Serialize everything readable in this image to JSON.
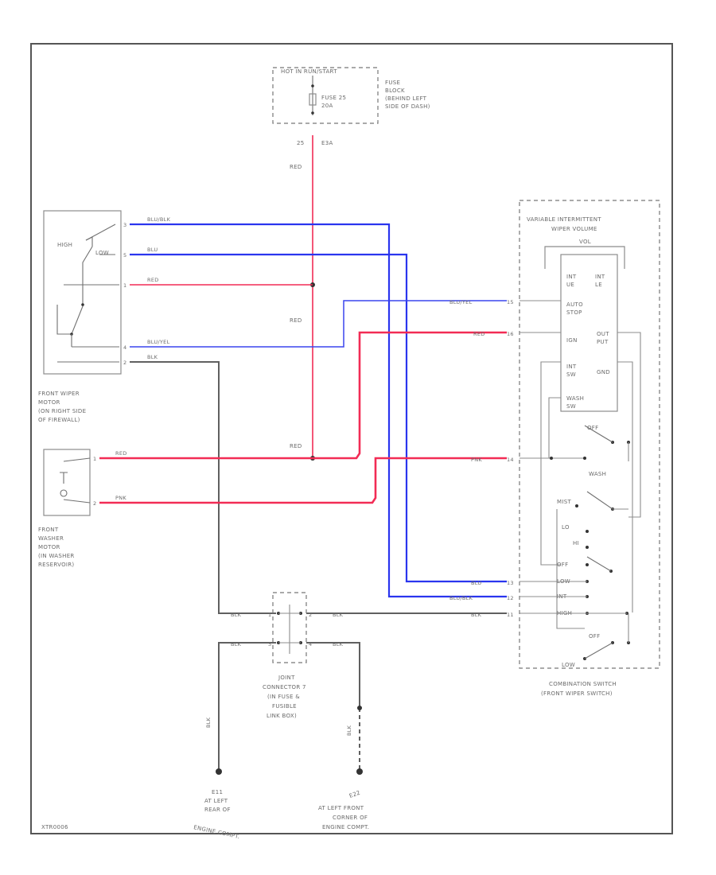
{
  "fuse_block": {
    "title": "HOT IN RUN/START",
    "fuse_label_1": "FUSE 25",
    "fuse_label_2": "20A",
    "location_1": "FUSE",
    "location_2": "BLOCK",
    "location_3": "(BEHIND LEFT",
    "location_4": "SIDE OF DASH)"
  },
  "wire_labels": {
    "feed_circuit": "25",
    "feed_circuit_2": "E3A",
    "red_vertical": "RED",
    "red_vertical_2": "RED",
    "red_junction": "RED",
    "blu_blk": "BLU/BLK",
    "blu": "BLU",
    "red_motor": "RED",
    "blu_yel": "BLU/YEL",
    "blk_motor": "BLK",
    "red_washer": "RED",
    "pnk_washer": "PNK",
    "sw_blu_yel": "BLU/YEL",
    "sw_red": "RED",
    "sw_pnk": "PNK",
    "sw_blu": "BLU",
    "sw_blu_blk": "BLU/BLK",
    "sw_blk": "BLK",
    "jc_blk_1": "BLK",
    "jc_blk_2": "BLK",
    "jc_blk_3": "BLK",
    "jc_blk_4": "BLK",
    "g_blk_1": "BLK",
    "g_blk_2": "BLK"
  },
  "pin_labels": {
    "m1": "3",
    "m2": "5",
    "m3": "1",
    "m4": "4",
    "m5": "2",
    "w1": "1",
    "w2": "2",
    "s1": "15",
    "s2": "16",
    "s3": "14",
    "s4": "13",
    "s5": "12",
    "s6": "11",
    "j1": "1",
    "j2": "2",
    "j3": "3",
    "j4": "4"
  },
  "wiper_motor": {
    "high": "HIGH",
    "low": "LOW",
    "caption_1": "FRONT WIPER",
    "caption_2": "MOTOR",
    "caption_3": "(ON RIGHT SIDE",
    "caption_4": "OF FIREWALL)"
  },
  "washer_motor": {
    "caption_1": "FRONT",
    "caption_2": "WASHER",
    "caption_3": "MOTOR",
    "caption_4": "(IN WASHER",
    "caption_5": "RESERVOIR)"
  },
  "combination_switch": {
    "intermittent_1": "VARIABLE INTERMITTENT",
    "intermittent_2": "WIPER VOLUME",
    "vol_label": "VOL",
    "int_ue": "INT\nUE",
    "int_le": "INT\nLE",
    "auto_stop": "AUTO\nSTOP",
    "ign": "IGN",
    "output": "OUT\nPUT",
    "int_sw": "INT\nSW",
    "gnd": "GND",
    "wash_sw": "WASH\nSW",
    "wash": "WASH",
    "mist": "MIST",
    "lo": "LO",
    "hi": "HI",
    "off": "OFF",
    "low": "LOW",
    "int": "INT",
    "high": "HIGH",
    "caption_1": "COMBINATION SWITCH",
    "caption_2": "(FRONT WIPER SWITCH)"
  },
  "joint_connector": {
    "caption_1": "JOINT",
    "caption_2": "CONNECTOR 7",
    "caption_3": "(IN FUSE &",
    "caption_4": "FUSIBLE",
    "caption_5": "LINK BOX)"
  },
  "ground_1": {
    "id": "E11",
    "caption_1": "AT LEFT",
    "caption_2": "REAR OF",
    "caption_3": "ENGINE COMPT."
  },
  "ground_2": {
    "id": "E22",
    "caption_1": "AT LEFT FRONT",
    "caption_2": "CORNER OF",
    "caption_3": "ENGINE COMPT."
  },
  "footer_code": "XTR0006",
  "colors": {
    "red_wire": "#f22c55",
    "blue_wire": "#2a35ee",
    "black_wire": "#606060"
  }
}
